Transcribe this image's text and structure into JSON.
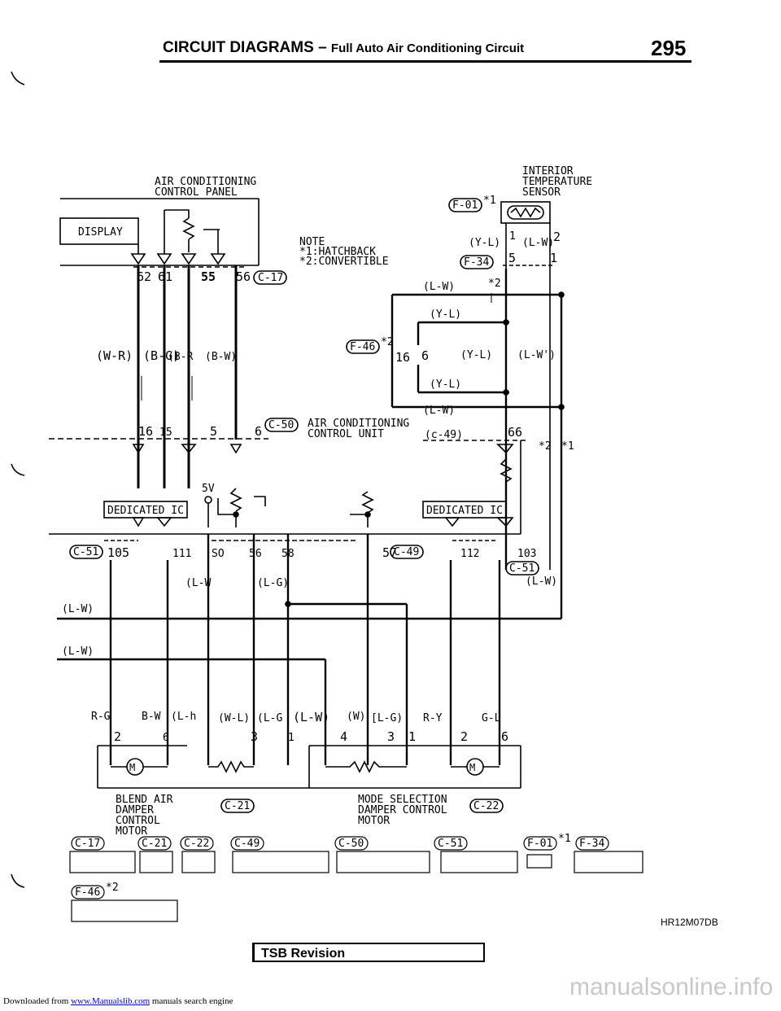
{
  "header": {
    "title": "CIRCUIT DIAGRAMS",
    "dash": "–",
    "subtitle": "Full Auto Air Conditioning Circuit",
    "page": "295"
  },
  "components": {
    "ac_panel": [
      "AIR CONDITIONING",
      "CONTROL PANEL"
    ],
    "display": "DISPLAY",
    "sensor": [
      "INTERIOR",
      "TEMPERATURE",
      "SENSOR"
    ],
    "ac_unit": [
      "AIR CONDITIONING",
      "CONTROL UNIT"
    ],
    "dedicated_ic": "DEDICATED IC",
    "blend_motor": [
      "BLEND AIR",
      "DAMPER",
      "CONTROL",
      "MOTOR"
    ],
    "mode_motor": [
      "MODE SELECTION",
      "DAMPER CONTROL",
      "MOTOR"
    ],
    "five_v": "5V"
  },
  "notes": [
    "NOTE",
    "*1:HATCHBACK",
    "*2:CONVERTIBLE"
  ],
  "connectors": {
    "c17": "C-17",
    "c50": "C-50",
    "c51": "C-51",
    "c49": "C-49",
    "c46": "F-46",
    "f01": "F-01",
    "f34": "F-34",
    "c21": "C-21",
    "c22": "C-22",
    "c49_paren": "(c-49)"
  },
  "markers": {
    "s1": "*1",
    "s2": "*2"
  },
  "wires": {
    "w_wr": "(W-R)",
    "w_bg": "(B-G)",
    "w_br": "(B-R",
    "w_bw": "(B-W)",
    "w_yl": "(Y-L)",
    "w_lw": "(L-W)",
    "w_lw2": "(L-W')",
    "w_lwn": "(L-W",
    "w_lg": "(L-G)",
    "w_rg": "R-G",
    "w_bw2": "B-W",
    "w_lh": "(L-h",
    "w_wl": "(W-L)",
    "w_lg2": "(L-G",
    "w_w": "(W)",
    "w_lg3": "[L-G)",
    "w_ry": "R-Y",
    "w_gl": "G-L"
  },
  "pins": {
    "p62": "62",
    "p61": "61",
    "p55": "55",
    "p56": "56",
    "p16": "16",
    "p15": "15",
    "p5": "5",
    "p6": "6",
    "p66": "66",
    "p1": "1",
    "p2": "2",
    "p105": "105",
    "p111": "111",
    "p50": "SO",
    "p58": "58",
    "p57": "57",
    "p112": "112",
    "p103": "103",
    "p3": "3",
    "p4": "4",
    "p6b": "6",
    "p1b": "1",
    "p2b": "2",
    "p3b": "3",
    "p5b": "5"
  },
  "legend_connectors": [
    "C-17",
    "C-21",
    "C-22",
    "C-49",
    "C-50",
    "C-51",
    "F-01",
    "F-34",
    "F-46"
  ],
  "footer": {
    "code": "HR12M07DB",
    "tsb": "TSB Revision",
    "downloaded": "Downloaded from ",
    "link": "www.Manualslib.com",
    "tail": " manuals search engine",
    "watermark": "manualsonline.info"
  }
}
